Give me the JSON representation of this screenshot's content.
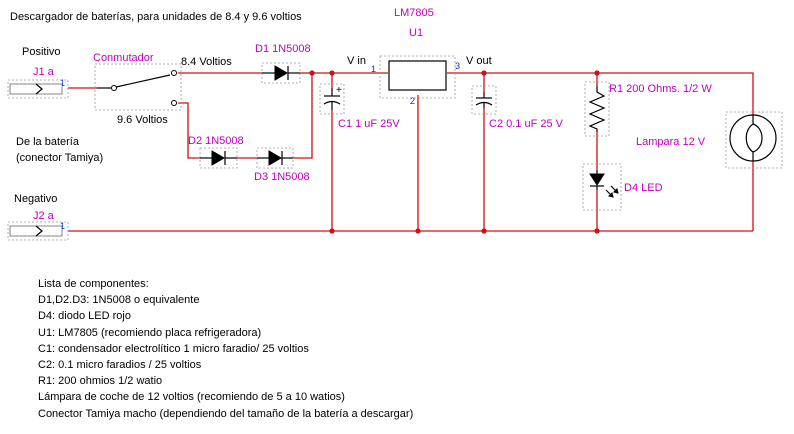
{
  "title": "Descargador de baterías, para unidades de 8.4 y 9.6 voltios",
  "regulator": {
    "name": "LM7805",
    "ref": "U1",
    "vin": "V in",
    "vout": "V out",
    "pin_in": "1",
    "pin_gnd": "2",
    "pin_out": "3"
  },
  "connectors": {
    "positive_label": "Positivo",
    "j1": "J1 a",
    "j1_pin": "1",
    "battery_label_1": "De la batería",
    "battery_label_2": "(conector Tamiya)",
    "negative_label": "Negativo",
    "j2": "J2 a",
    "j2_pin": "1"
  },
  "switch": {
    "name": "Conmutador",
    "pos_1": "8.4 Voltios",
    "pos_2": "9.6 Voltios"
  },
  "components": {
    "d1": "D1 1N5008",
    "d2": "D2 1N5008",
    "d3": "D3 1N5008",
    "c1": "C1 1 uF 25V",
    "c1_polarity": "+",
    "c2": "C2 0.1 uF 25 V",
    "r1": "R1 200 Ohms. 1/2 W",
    "d4": "D4 LED",
    "lamp": "Lampara 12 V"
  },
  "parts_list": [
    "Lista de componentes:",
    "D1,D2.D3: 1N5008  o equivalente",
    "D4: diodo LED rojo",
    "U1: LM7805 (recomiendo placa refrigeradora)",
    "C1: condensador electrolítico 1 micro faradio/ 25 voltios",
    "C2: 0.1 micro faradios / 25 voltios",
    "R1: 200 ohmios 1/2 watio",
    "Lámpara de coche de 12 voltios (recomiendo de 5 a 10 watios)",
    "Conector Tamiya macho (dependiendo del tamaño de la batería a descargar)"
  ],
  "colors": {
    "wire": "#d01010",
    "label": "#c000c0",
    "pin_number": "#1030d0",
    "text": "#000000",
    "outline": "#999999"
  }
}
